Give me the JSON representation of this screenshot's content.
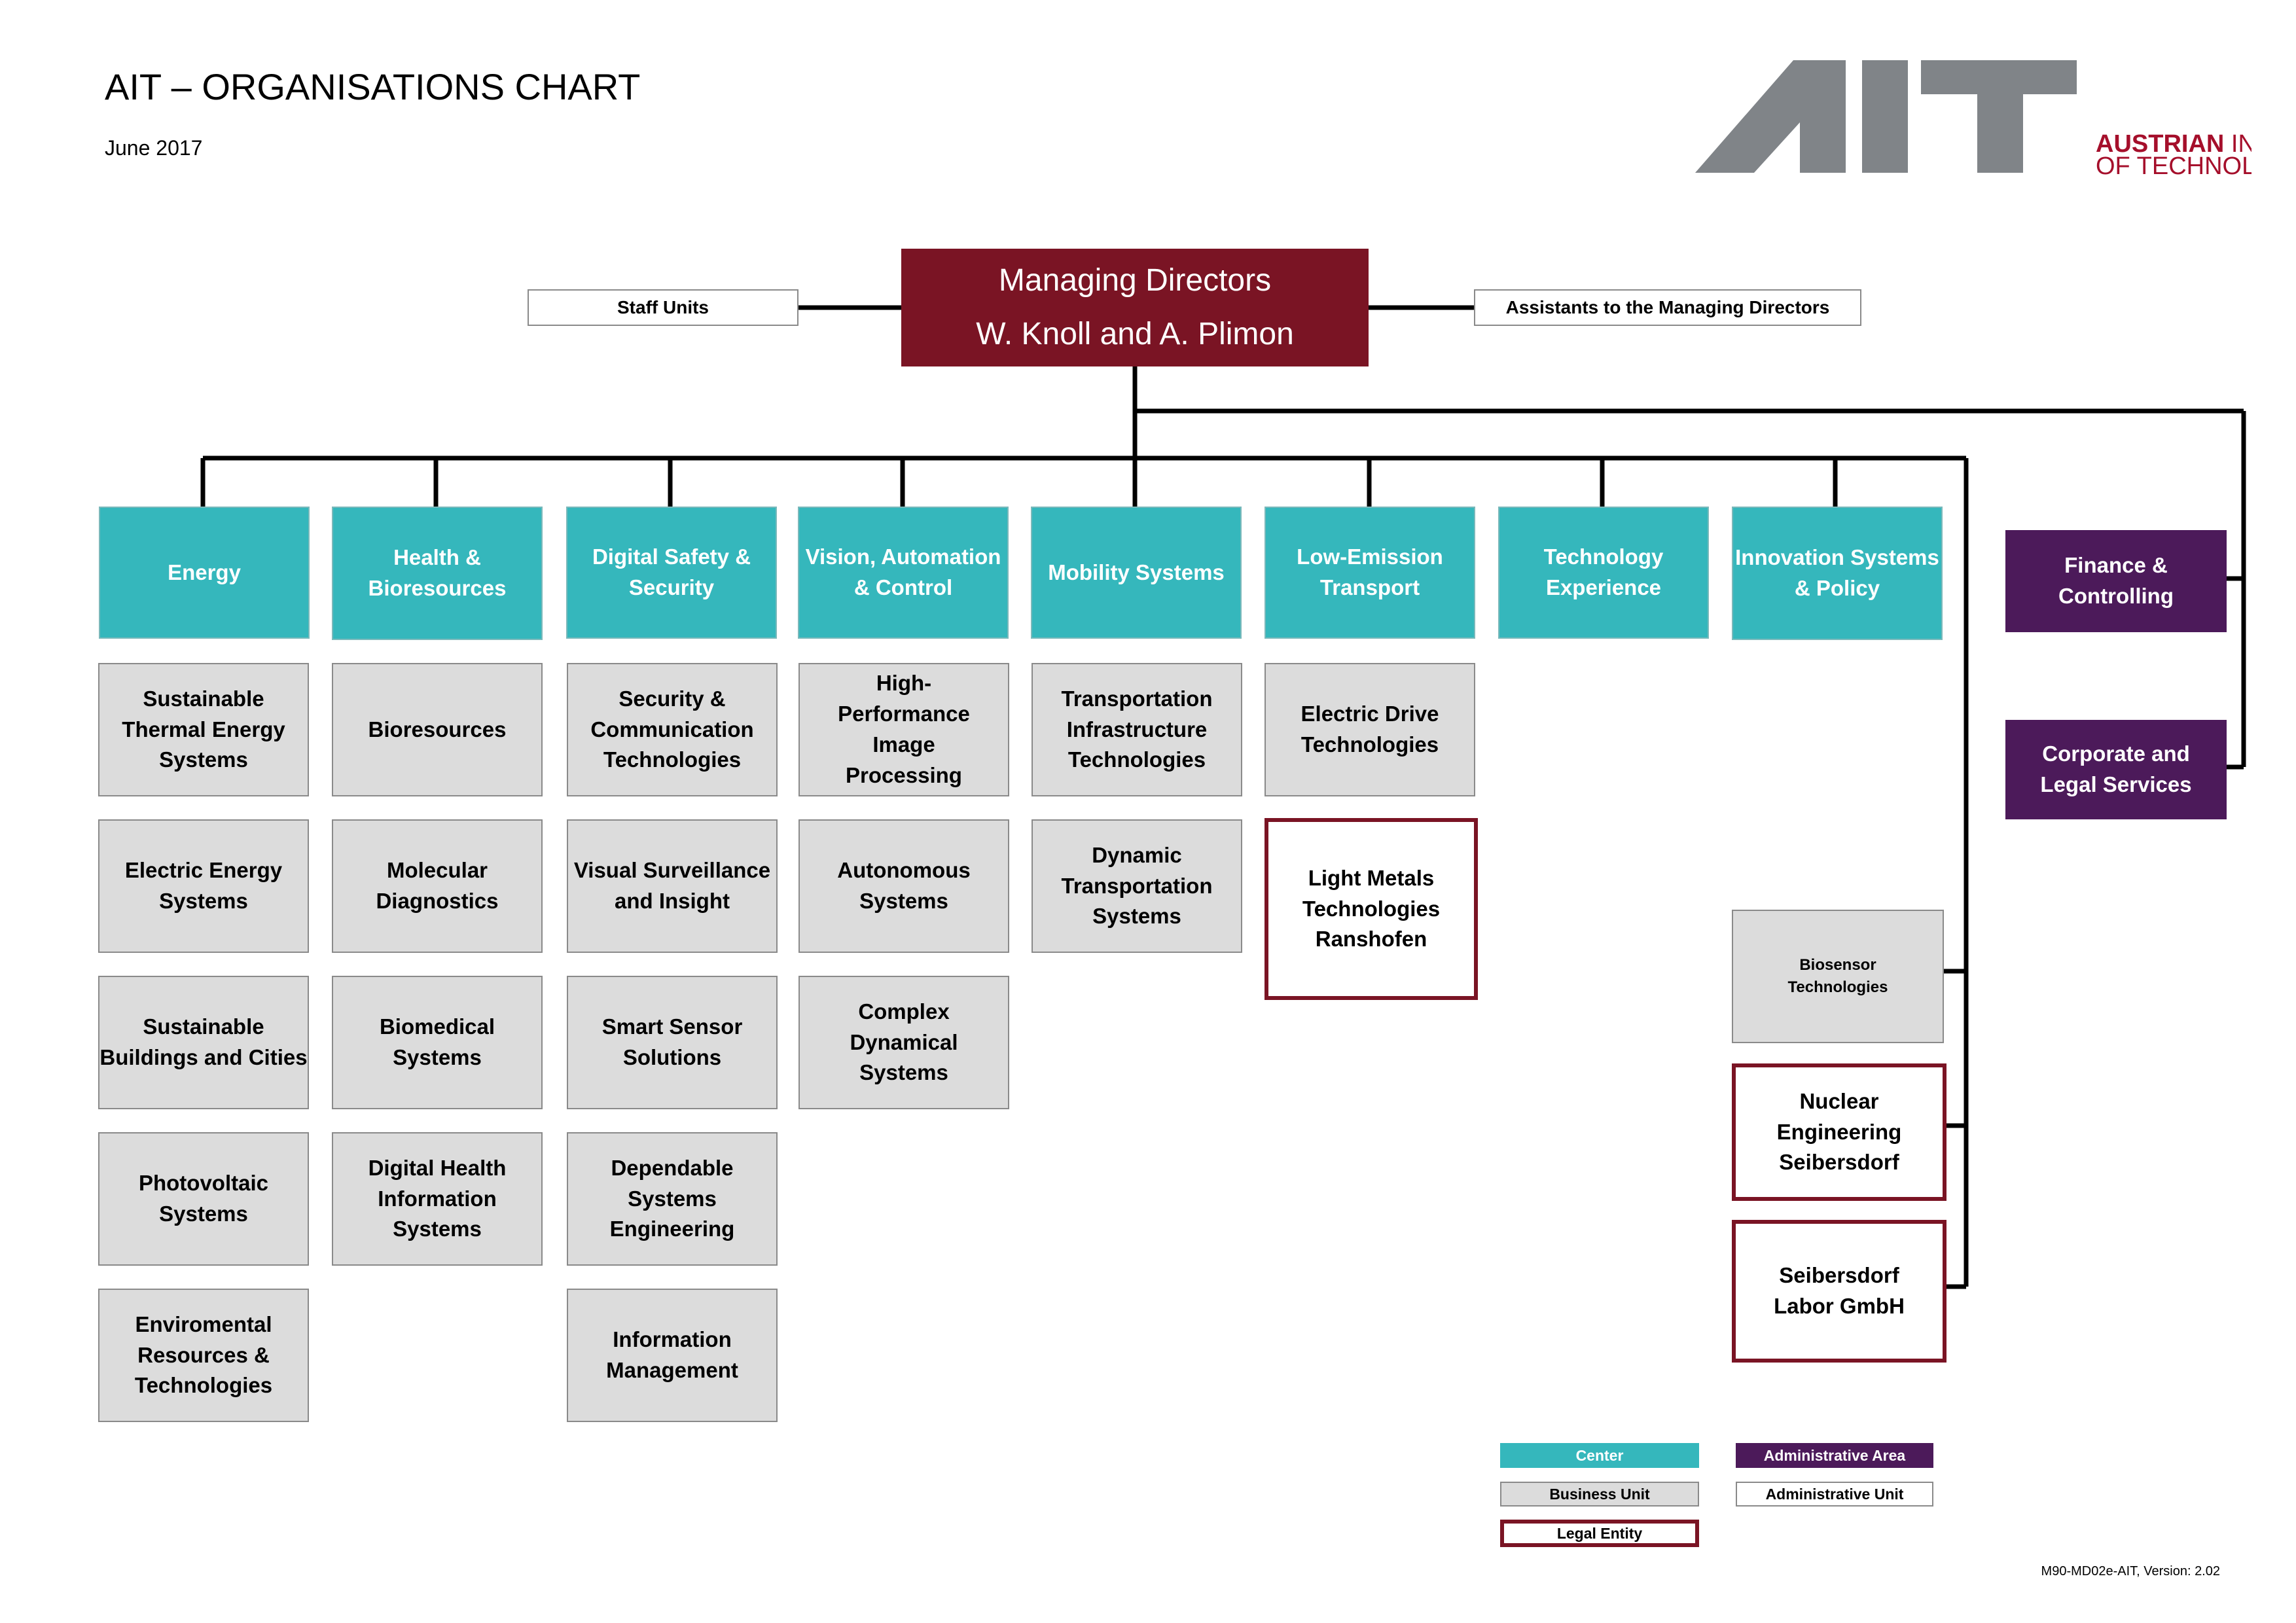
{
  "header": {
    "title": "AIT – ORGANISATIONS CHART",
    "date": "June 2017",
    "version": "M90-MD02e-AIT, Version: 2.02"
  },
  "logo": {
    "letters": "AIT",
    "line1_bold": "AUSTRIAN",
    "line1_rest": " INSTITUTE",
    "line2": "OF TECHNOLOGY",
    "colors": {
      "grey": "#808488",
      "red": "#a50f2b"
    }
  },
  "colors": {
    "center": "#35b7bc",
    "business_unit": "#dcdcdc",
    "legal_entity_border": "#7a1424",
    "administrative_area": "#4c1a5a",
    "managing_directors": "#7a1424",
    "lines": "#000000"
  },
  "managing_directors": {
    "line1": "Managing Directors",
    "line2": "W. Knoll and A. Plimon"
  },
  "staff_units": "Staff Units",
  "assistants": "Assistants to the Managing Directors",
  "centers": [
    {
      "name": "Energy",
      "units": [
        "Sustainable Thermal Energy Systems",
        "Electric Energy Systems",
        "Sustainable Buildings and Cities",
        "Photovoltaic Systems",
        "Enviromental Resources & Technologies"
      ]
    },
    {
      "name": "Health & Bioresources",
      "units": [
        "Bioresources",
        "Molecular Diagnostics",
        "Biomedical Systems",
        "Digital Health Information Systems"
      ]
    },
    {
      "name": "Digital Safety & Security",
      "units": [
        "Security & Communication Technologies",
        "Visual Surveillance and Insight",
        "Smart Sensor Solutions",
        "Dependable Systems Engineering",
        "Information Management"
      ]
    },
    {
      "name": "Vision, Automation & Control",
      "units": [
        "High-Performance Image Processing",
        "Autonomous Systems",
        "Complex Dynamical Systems"
      ]
    },
    {
      "name": "Mobility Systems",
      "units": [
        "Transportation Infrastructure Technologies",
        "Dynamic Transportation Systems"
      ]
    },
    {
      "name": "Low-Emission Transport",
      "units": [
        "Electric Drive Technologies"
      ],
      "legal_entity": "Light Metals Technologies Ranshofen"
    },
    {
      "name": "Technology Experience",
      "units": []
    },
    {
      "name": "Innovation Systems & Policy",
      "units": []
    }
  ],
  "side_units": {
    "biosensor": "Biosensor Technologies",
    "nuclear": "Nuclear Engineering Seibersdorf",
    "labor": "Seibersdorf Labor GmbH"
  },
  "admin_areas": [
    "Finance & Controlling",
    "Corporate and Legal Services"
  ],
  "legend": {
    "center": "Center",
    "administrative_area": "Administrative Area",
    "business_unit": "Business Unit",
    "administrative_unit": "Administrative Unit",
    "legal_entity": "Legal Entity"
  }
}
